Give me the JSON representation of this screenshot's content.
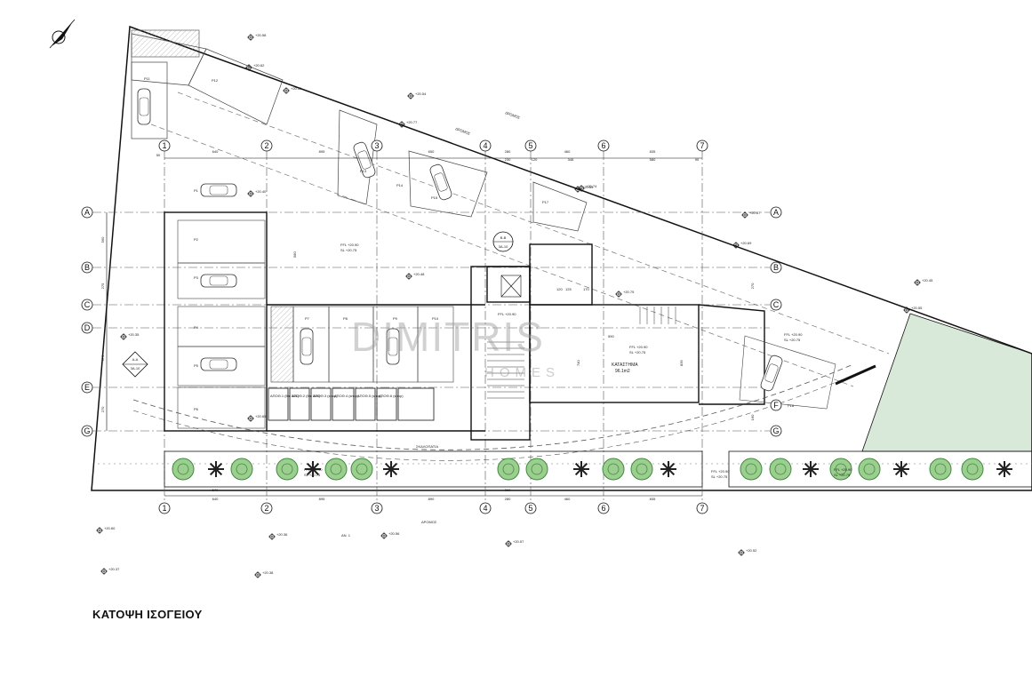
{
  "title": "ΚΑΤΟΨΗ ΙΣΟΓΕΙΟΥ",
  "watermark": {
    "main": "DIMITRIS",
    "sub": "HOMES"
  },
  "grid_columns": [
    "1",
    "2",
    "3",
    "4",
    "5",
    "6",
    "7"
  ],
  "grid_rows": [
    "A",
    "B",
    "C",
    "D",
    "E",
    "F",
    "G"
  ],
  "dimensions_top": [
    "50",
    "640",
    "895",
    "650",
    "280",
    "120",
    "460",
    "835",
    "90"
  ],
  "dimensions_top_inner": [
    "230",
    "346",
    "580"
  ],
  "dimensions_bottom": [
    "640",
    "895",
    "890",
    "280",
    "460",
    "835"
  ],
  "dimensions_bottom_upper": [
    "570",
    "260"
  ],
  "dimensions_left": [
    "560",
    "275",
    "375",
    "270"
  ],
  "dimensions_right": [
    "270",
    "160"
  ],
  "road_labels": [
    "ΔΡΟΜΟΣ",
    "ΔΡΟΜΟΣ",
    "ΔΡΟΜΟΣ"
  ],
  "parking_labels": [
    "P11",
    "P12",
    "P13",
    "P14",
    "P15",
    "P17",
    "P2",
    "P3",
    "P4",
    "P5",
    "P6",
    "P7",
    "P8",
    "P9",
    "P10",
    "P16",
    "P1"
  ],
  "storage_labels": [
    "ΑΠΟΘ.1\n(flat 301)",
    "ΑΠΟΘ.2\n(flat 304)",
    "ΑΠΟΘ.3\n(shop)",
    "ΑΠΟΘ.4\n(shop)",
    "ΑΠΟΘ.5\n(shop)",
    "ΑΠΟΘ.6\n(shop)"
  ],
  "shop": {
    "name": "ΚΑΤΑΣΤΗΜΑ",
    "area": "96.1m2"
  },
  "level_tags": [
    "FFL +20.90",
    "SL +20.75"
  ],
  "sections": [
    {
      "id": "A-A",
      "ref": "3A-10"
    },
    {
      "id": "B-B",
      "ref": "3A-10"
    }
  ],
  "spot_levels": [
    "+20.58",
    "+20.62",
    "+20.59",
    "+20.54",
    "+20.77",
    "+20.64",
    "+20.74",
    "+20.67",
    "+20.69",
    "+20.45",
    "+20.55",
    "+20.48",
    "+20.35",
    "+20.40",
    "+20.65",
    "+20.75",
    "+20.60",
    "+20.36",
    "+20.37",
    "+20.38",
    "+20.57",
    "+20.56",
    "+20.52"
  ],
  "misc_labels": [
    "120",
    "125",
    "170",
    "ΑΝ. 1",
    "ΣΚΑΛΟΠΑΤΙΑ",
    "580",
    "590",
    "740",
    "835"
  ],
  "colors": {
    "line": "#111111",
    "green_area": "#d6e7d6",
    "tree": "#3f8a3f",
    "dash": "#555555"
  }
}
